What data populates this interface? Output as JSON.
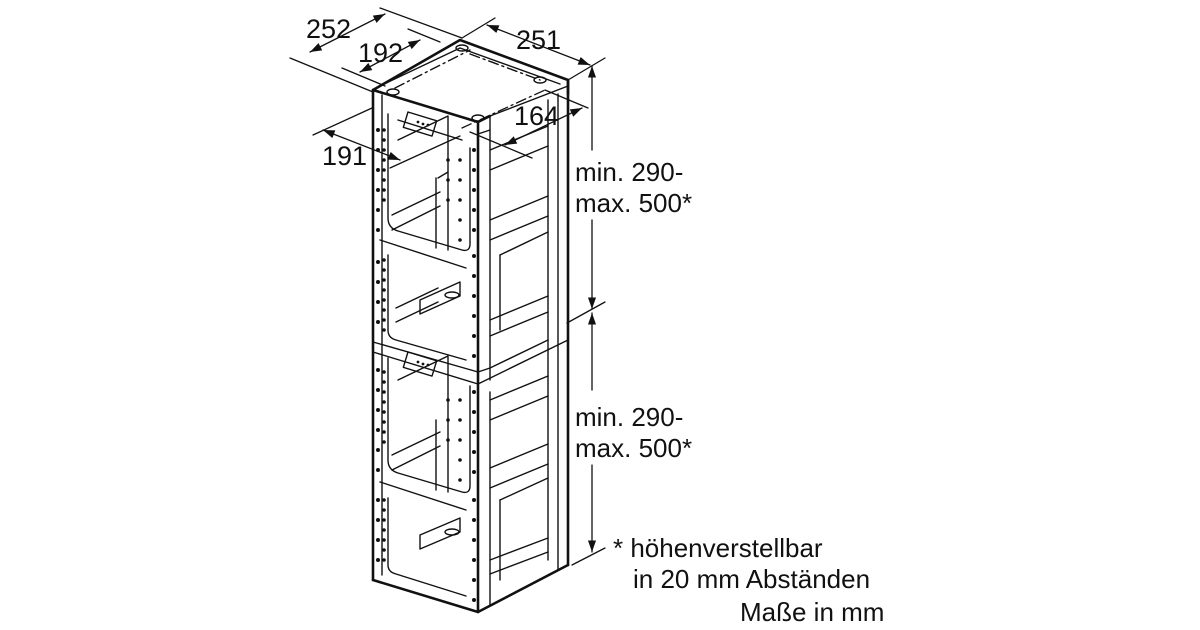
{
  "diagram": {
    "type": "technical-dimension-drawing",
    "subject": "chimney extension frame, two stacked modules",
    "colors": {
      "line": "#111111",
      "background": "#ffffff"
    },
    "dimensions": {
      "outer_depth": "252",
      "inner_depth": "192",
      "outer_width": "251",
      "inner_width": "164",
      "front_offset": "191"
    },
    "heights": {
      "upper": {
        "line1": "min. 290-",
        "line2": "max. 500*"
      },
      "lower": {
        "line1": "min. 290-",
        "line2": "max. 500*"
      }
    },
    "notes": {
      "footnote_line1": "* höhenverstellbar",
      "footnote_line2": "in 20 mm Abständen",
      "units": "Maße in mm"
    }
  }
}
